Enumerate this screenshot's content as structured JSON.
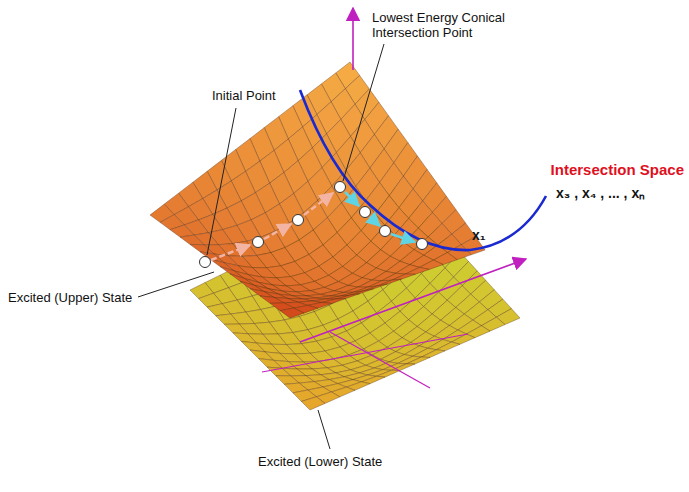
{
  "diagram": {
    "labels": [
      "Lowest Energy Conical Intersection Point",
      "Initial Point",
      "Intersection Space",
      "x₃ , x₄ , ... , xₙ",
      "Excited (Upper) State",
      "x₁",
      "Excited (Lower) State"
    ]
  }
}
